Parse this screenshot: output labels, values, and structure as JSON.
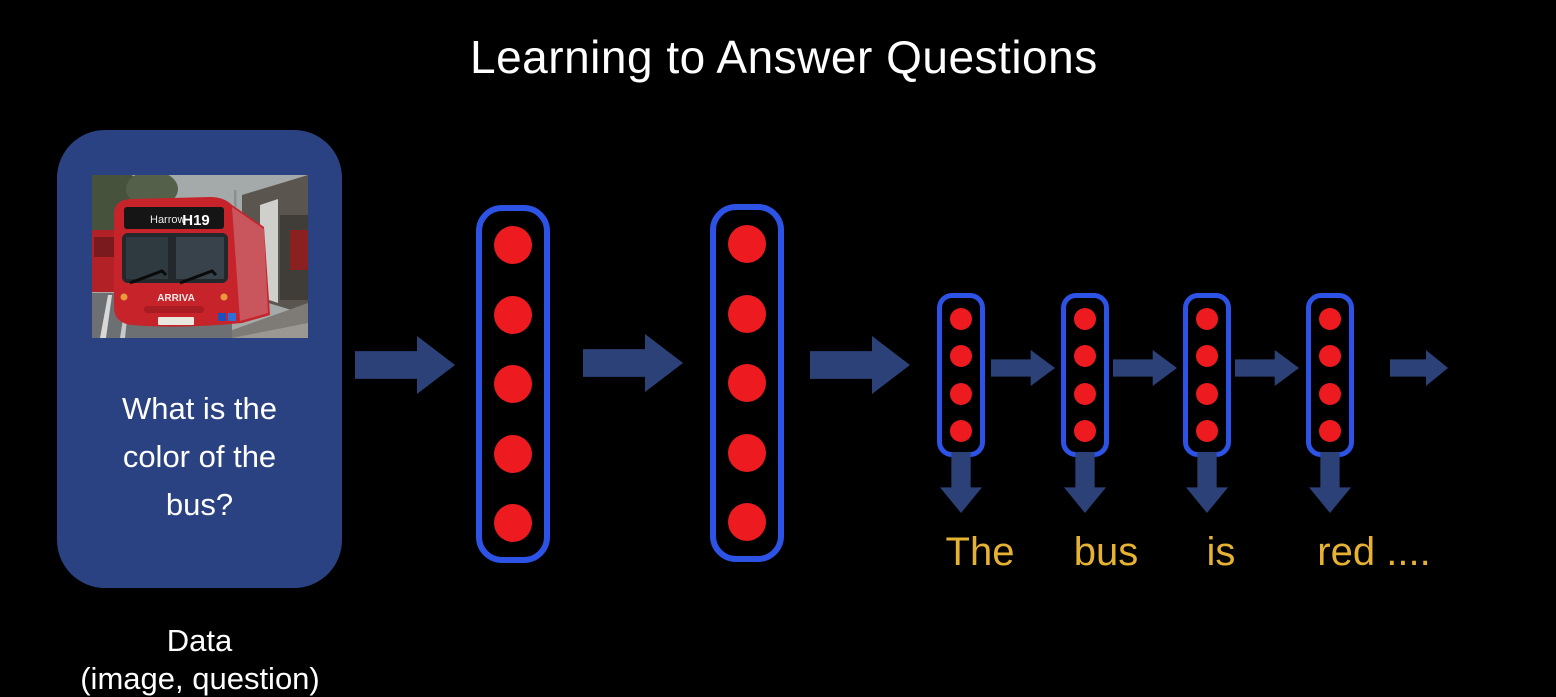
{
  "slide": {
    "title": "Learning to Answer Questions"
  },
  "data_box": {
    "question_line1": "What is the",
    "question_line2": "color of the",
    "question_line3": "bus?",
    "caption_line1": "Data",
    "caption_line2": "(image, question)",
    "bus_photo": {
      "destination": "Harrow",
      "route": "H19",
      "brand": "ARRIVA"
    }
  },
  "network": {
    "encoder_columns": [
      {
        "neurons": 5
      },
      {
        "neurons": 5
      }
    ],
    "decoder_cells": [
      {
        "neurons": 4,
        "word": "The"
      },
      {
        "neurons": 4,
        "word": "bus"
      },
      {
        "neurons": 4,
        "word": "is"
      },
      {
        "neurons": 4,
        "word": "red ...."
      }
    ]
  },
  "colors": {
    "background": "#000000",
    "data_box_blue": "#2B4282",
    "cell_outline_blue": "#2D52E6",
    "neuron_red": "#ED1B1F",
    "arrow_navy": "#2B4178",
    "answer_yellow": "#E6B233",
    "text_white": "#FFFFFF"
  }
}
